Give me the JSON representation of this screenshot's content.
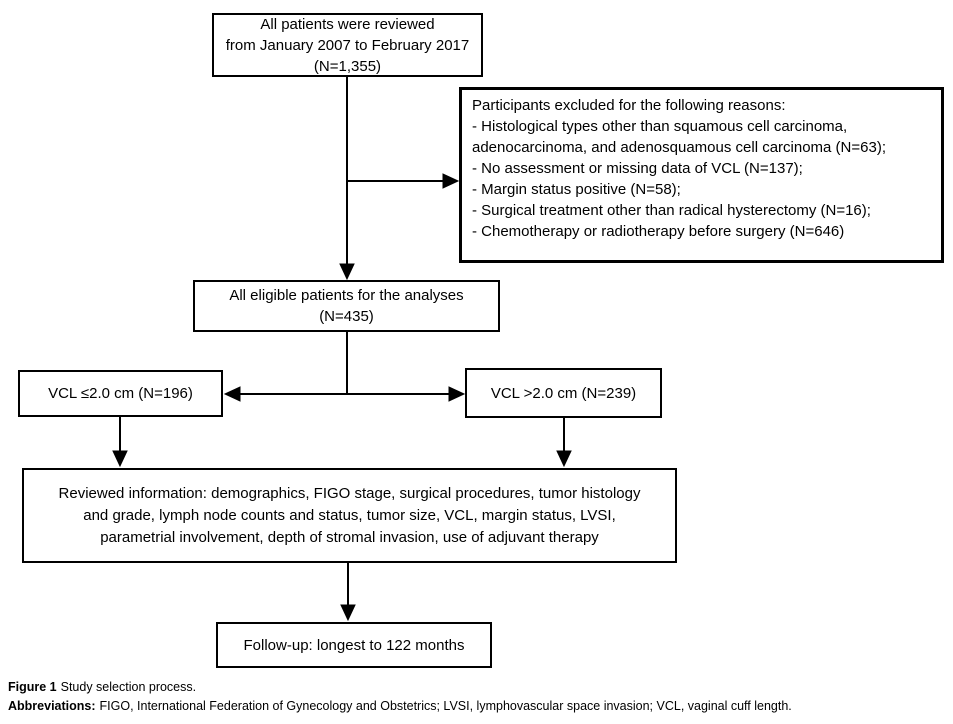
{
  "figure": {
    "nodes": {
      "top": {
        "text": "All patients were reviewed\nfrom January 2007 to February 2017\n(N=1,355)"
      },
      "excluded": {
        "text": "Participants excluded for the following reasons:\n- Histological types other than squamous cell carcinoma,\nadenocarcinoma, and adenosquamous cell carcinoma (N=63);\n- No assessment or missing data of VCL (N=137);\n- Margin status positive (N=58);\n- Surgical treatment other than radical hysterectomy (N=16);\n- Chemotherapy or radiotherapy before surgery (N=646)"
      },
      "eligible": {
        "text": "All eligible patients for the analyses\n(N=435)"
      },
      "vcl_short": {
        "text": "VCL ≤2.0 cm (N=196)"
      },
      "vcl_long": {
        "text": "VCL >2.0 cm (N=239)"
      },
      "reviewed": {
        "text": "Reviewed information: demographics, FIGO stage, surgical procedures, tumor histology\nand grade, lymph node counts and status, tumor size, VCL, margin status, LVSI,\nparametrial involvement, depth of stromal invasion, use of adjuvant therapy"
      },
      "followup": {
        "text": "Follow-up: longest to 122 months"
      }
    },
    "edges": [
      {
        "from": "top",
        "to": "eligible",
        "type": "arrow-down"
      },
      {
        "from": "top",
        "to": "excluded",
        "type": "arrow-right-branch"
      },
      {
        "from": "eligible",
        "to": "vcl_short",
        "type": "arrow-left"
      },
      {
        "from": "eligible",
        "to": "vcl_long",
        "type": "arrow-right"
      },
      {
        "from": "vcl_short",
        "to": "reviewed",
        "type": "arrow-down"
      },
      {
        "from": "vcl_long",
        "to": "reviewed",
        "type": "arrow-down"
      },
      {
        "from": "reviewed",
        "to": "followup",
        "type": "arrow-down"
      }
    ],
    "caption": {
      "label": "Figure 1",
      "text": "Study selection process."
    },
    "abbreviations": {
      "label": "Abbreviations:",
      "text": "FIGO, International Federation of Gynecology and Obstetrics; LVSI, lymphovascular space invasion; VCL, vaginal cuff length."
    },
    "colors": {
      "line": "#000000",
      "box_border": "#000000",
      "background": "#ffffff"
    }
  }
}
